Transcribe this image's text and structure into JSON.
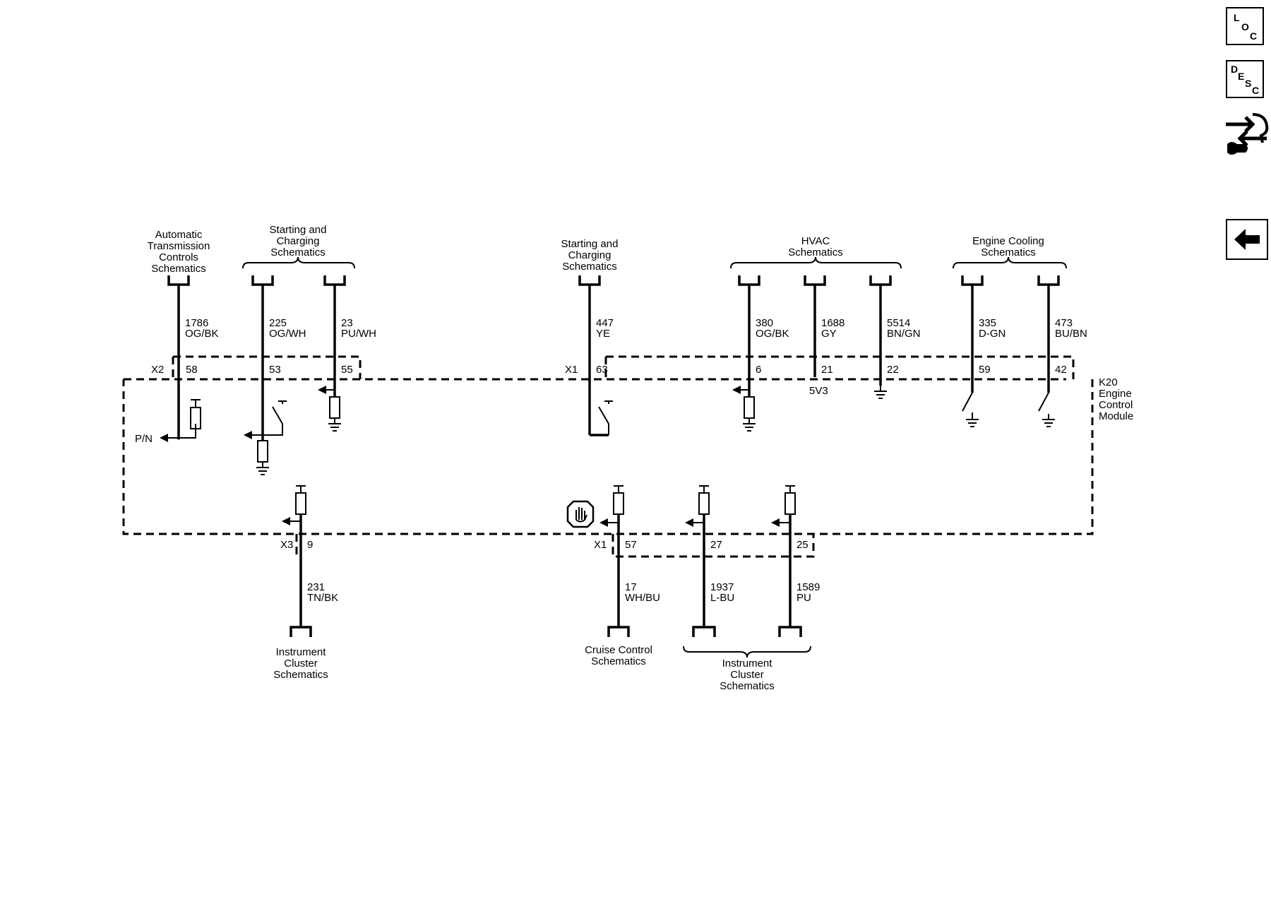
{
  "nav": {
    "loc": [
      "L",
      "O",
      "C"
    ],
    "desc": [
      "D",
      "E",
      "S",
      "C"
    ]
  },
  "module": {
    "name": [
      "K20",
      "Engine",
      "Control",
      "Module"
    ]
  },
  "connectors": {
    "x1": "X1",
    "x2": "X2",
    "x3": "X3"
  },
  "labels": {
    "pn": "P/N",
    "v5": "5V3",
    "atc": [
      "Automatic",
      "Transmission",
      "Controls",
      "Schematics"
    ],
    "sc1": [
      "Starting and",
      "Charging",
      "Schematics"
    ],
    "sc2": [
      "Starting and",
      "Charging",
      "Schematics"
    ],
    "hvac": [
      "HVAC",
      "Schematics"
    ],
    "ec": [
      "Engine Cooling",
      "Schematics"
    ],
    "ic1": [
      "Instrument",
      "Cluster",
      "Schematics"
    ],
    "cc": [
      "Cruise Control",
      "Schematics"
    ],
    "ic2": [
      "Instrument",
      "Cluster",
      "Schematics"
    ]
  },
  "wires": {
    "w1786": {
      "circuit": "1786",
      "color": "OG/BK",
      "pin": "58"
    },
    "w225": {
      "circuit": "225",
      "color": "OG/WH",
      "pin": "53"
    },
    "w23": {
      "circuit": "23",
      "color": "PU/WH",
      "pin": "55"
    },
    "w447": {
      "circuit": "447",
      "color": "YE",
      "pin": "63"
    },
    "w380": {
      "circuit": "380",
      "color": "OG/BK",
      "pin": "6"
    },
    "w1688": {
      "circuit": "1688",
      "color": "GY",
      "pin": "21"
    },
    "w5514": {
      "circuit": "5514",
      "color": "BN/GN",
      "pin": "22"
    },
    "w335": {
      "circuit": "335",
      "color": "D-GN",
      "pin": "59"
    },
    "w473": {
      "circuit": "473",
      "color": "BU/BN",
      "pin": "42"
    },
    "w231": {
      "circuit": "231",
      "color": "TN/BK",
      "pin": "9"
    },
    "w17": {
      "circuit": "17",
      "color": "WH/BU",
      "pin": "57"
    },
    "w1937": {
      "circuit": "1937",
      "color": "L-BU",
      "pin": "27"
    },
    "w1589": {
      "circuit": "1589",
      "color": "PU",
      "pin": "25"
    }
  }
}
